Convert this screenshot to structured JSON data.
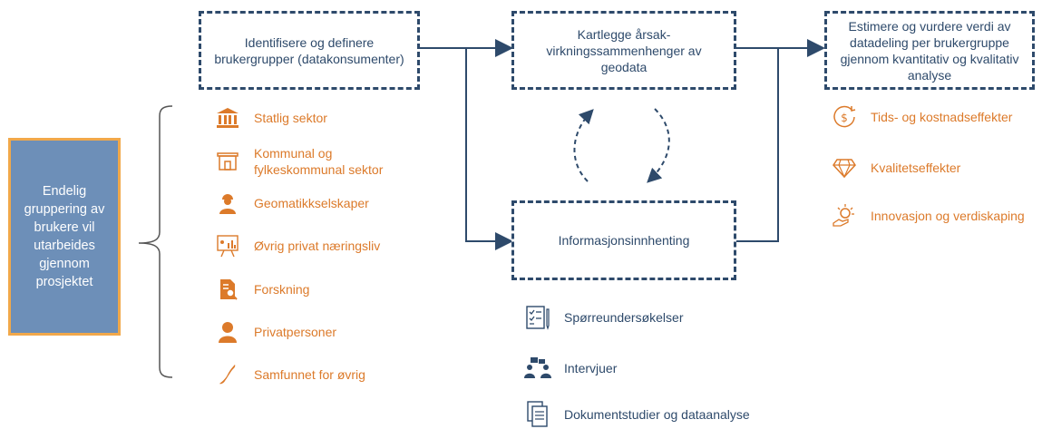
{
  "colors": {
    "navy": "#2e4a6b",
    "orange": "#dc7a2a",
    "side_fill": "#6d8fb8",
    "side_border": "#f1a84a"
  },
  "steps": {
    "identify": "Identifisere og definere brukergrupper (datakonsumenter)",
    "map": "Kartlegge årsak-virkningssammenhenger av geodata",
    "estimate": "Estimere og vurdere verdi av datadeling per brukergruppe gjennom kvantitativ og kvalitativ analyse",
    "collect": "Informasjonsinnhenting"
  },
  "side_note": "Endelig gruppering av brukere vil utarbeides gjennom prosjektet",
  "user_groups": [
    {
      "label": "Statlig sektor",
      "icon": "government-building-icon"
    },
    {
      "label": "Kommunal og fylkeskommunal sektor",
      "icon": "municipal-building-icon"
    },
    {
      "label": "Geomatikkselskaper",
      "icon": "engineer-icon"
    },
    {
      "label": "Øvrig privat næringsliv",
      "icon": "presentation-board-icon"
    },
    {
      "label": "Forskning",
      "icon": "research-document-icon"
    },
    {
      "label": "Privatpersoner",
      "icon": "person-icon"
    },
    {
      "label": "Samfunnet for øvrig",
      "icon": "norway-map-icon"
    }
  ],
  "effects": [
    {
      "label": "Tids- og kostnadseffekter",
      "icon": "time-money-icon"
    },
    {
      "label": "Kvalitetseffekter",
      "icon": "diamond-icon"
    },
    {
      "label": "Innovasjon og verdiskaping",
      "icon": "lightbulb-icon"
    }
  ],
  "methods": [
    {
      "label": "Spørreundersøkelser",
      "icon": "survey-checklist-icon"
    },
    {
      "label": "Intervjuer",
      "icon": "interview-icon"
    },
    {
      "label": "Dokumentstudier og dataanalyse",
      "icon": "documents-icon"
    }
  ]
}
